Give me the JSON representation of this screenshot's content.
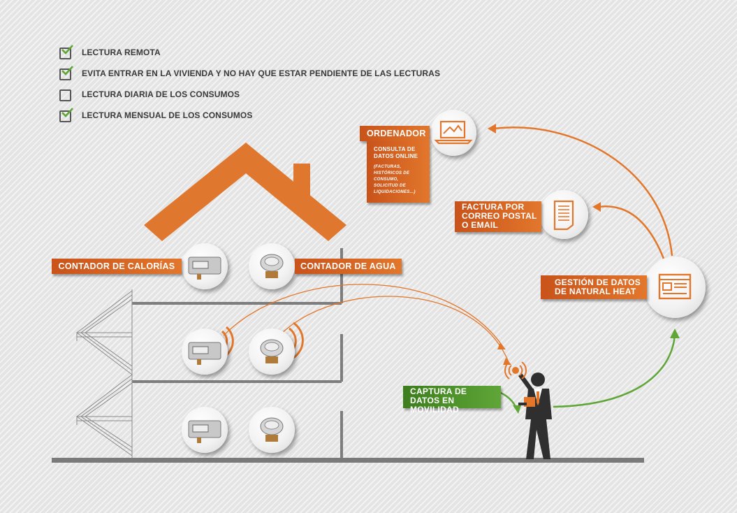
{
  "checklist": [
    {
      "label": "LECTURA REMOTA",
      "checked": true
    },
    {
      "label": "EVITA ENTRAR EN LA VIVIENDA Y NO HAY QUE ESTAR PENDIENTE DE LAS LECTURAS",
      "checked": true
    },
    {
      "label": "LECTURA DIARIA DE LOS CONSUMOS",
      "checked": false
    },
    {
      "label": "LECTURA MENSUAL DE LOS CONSUMOS",
      "checked": true
    }
  ],
  "labels": {
    "contador_calorias": "CONTADOR DE CALORÍAS",
    "contador_agua": "CONTADOR DE AGUA",
    "ordenador": "ORDENADOR",
    "consulta_title": "CONSULTA DE DATOS ONLINE",
    "consulta_detail": "(FACTURAS, HISTÓRICOS DE CONSUMO, SOLICITUD DE LIQUIDACIONES...)",
    "factura": "FACTURA POR CORREO POSTAL O EMAIL",
    "gestion": "GESTIÓN DE DATOS DE NATURAL HEAT",
    "captura": "CAPTURA DE DATOS EN MOVILIDAD"
  },
  "colors": {
    "orange": "#e2772c",
    "green": "#5fa637",
    "building_line": "#7a7a7a",
    "text_dark": "#3a3a3a"
  }
}
